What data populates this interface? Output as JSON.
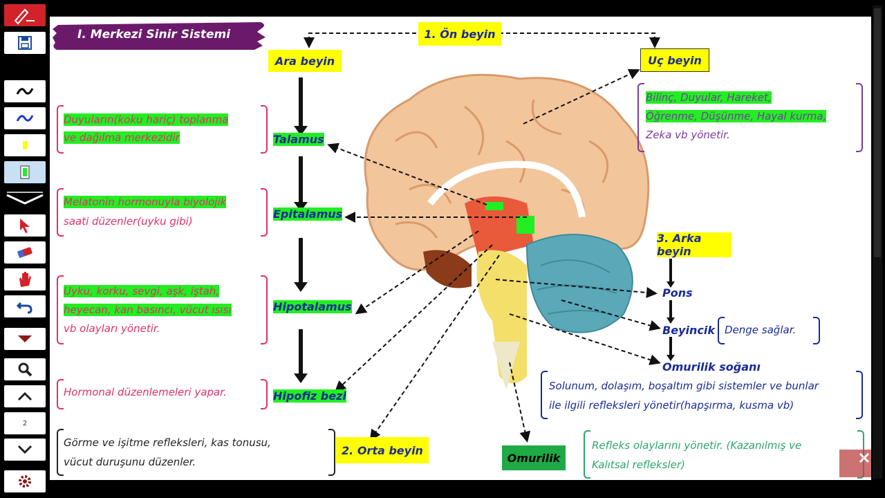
{
  "toolbar": {
    "page_number": "2",
    "items": [
      "pen-logo",
      "save",
      "pen-black",
      "pen-blue",
      "highlighter-yellow",
      "highlighter-green",
      "collapse",
      "select",
      "eraser",
      "hand",
      "undo",
      "dropdown",
      "zoom",
      "page-up",
      "page-number",
      "page-down",
      "settings"
    ]
  },
  "title": "I. Merkezi Sinir Sistemi",
  "sections": {
    "on_beyin": "1. Ön beyin",
    "ara_beyin": "Ara beyin",
    "uc_beyin": "Uç beyin",
    "orta_beyin": "2. Orta beyin",
    "arka_beyin": "3. Arka beyin"
  },
  "labels": {
    "talamus": "Talamus",
    "epitalamus": "Epitalamus",
    "hipotalamus": "Hipotalamus",
    "hipofiz": "Hipofiz bezi",
    "pons": "Pons",
    "beyincik": "Beyincik",
    "omurilik_sogani": "Omurilik soğanı",
    "omurilik": "Omurilik"
  },
  "notes": {
    "talamus_1": "Duyuların(koku hariç) toplanma",
    "talamus_2": "ve dağılma merkezidir",
    "epitalamus_1": "Melatonin hormonuyla biyolojik",
    "epitalamus_2": "saati düzenler(uyku gibi)",
    "hipotalamus_1": "Uyku, korku, sevgi, aşk, iştah,",
    "hipotalamus_2": "heyecan, kan basıncı, vücut ısısı",
    "hipotalamus_3": "vb olayları yönetir.",
    "hipofiz": "Hormonal düzenlemeleri yapar.",
    "orta_1": "Görme ve işitme refleksleri, kas tonusu,",
    "orta_2": "vücut duruşunu düzenler.",
    "uc_1": "Bilinç, Duyular, Hareket,",
    "uc_2": "Öğrenme, Düşünme, Hayal kurma,",
    "uc_3": "Zeka vb yönetir.",
    "beyincik": "Denge sağlar.",
    "sogan_1": "Solunum, dolaşım, boşaltım gibi sistemler ve bunlar",
    "sogan_2": "ile ilgili refleksleri yönetir(hapşırma, kusma vb)",
    "omurilik_1": "Refleks olaylarını yönetir. (Kazanılmış ve",
    "omurilik_2": "Kalıtsal refleksler)"
  },
  "colors": {
    "highlight_green": "#22ee22",
    "label_yellow": "#ffff00",
    "ribbon_purple": "#6b1a6b",
    "accent_red": "#d2232a"
  }
}
